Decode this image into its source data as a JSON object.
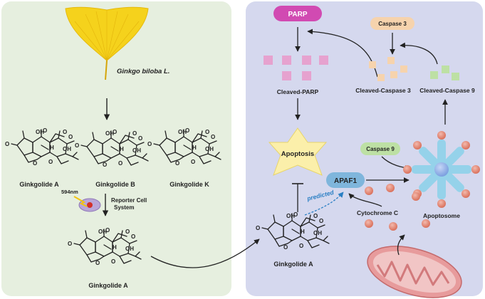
{
  "left_panel": {
    "species_label": "Ginkgo biloba L.",
    "compounds": [
      "Ginkgolide A",
      "Ginkgolide B",
      "Ginkgolide K"
    ],
    "wavelength_label": "594nm",
    "reporter_label_line1": "Reporter Cell",
    "reporter_label_line2": "System",
    "selected_compound": "Ginkgolide A"
  },
  "right_panel": {
    "parp": "PARP",
    "caspase3": "Caspase 3",
    "cleaved_parp": "Cleaved-PARP",
    "cleaved_caspase3": "Cleaved-Caspase 3",
    "cleaved_caspase9": "Cleaved-Caspase 9",
    "apoptosis": "Apoptosis",
    "caspase9": "Caspase 9",
    "apaf1": "APAF1",
    "predicted": "predicted",
    "cytochrome_c": "Cytochrome C",
    "apoptosome": "Apoptosome",
    "compound": "Ginkgolide A"
  },
  "colors": {
    "left_bg": "#e6efdf",
    "right_bg": "#d5d8ee",
    "parp_box": "#d14ab2",
    "caspase3_box": "#f6d3ad",
    "caspase9_box": "#bde0a4",
    "apaf1_box": "#7fb6dc",
    "apoptosis_star": "#fbefaa",
    "apoptosome": "#95d2ea",
    "cytochrome": "#e6907d",
    "mitochondria": "#e79b9c",
    "ginkgo_leaf": "#f5d21c"
  }
}
